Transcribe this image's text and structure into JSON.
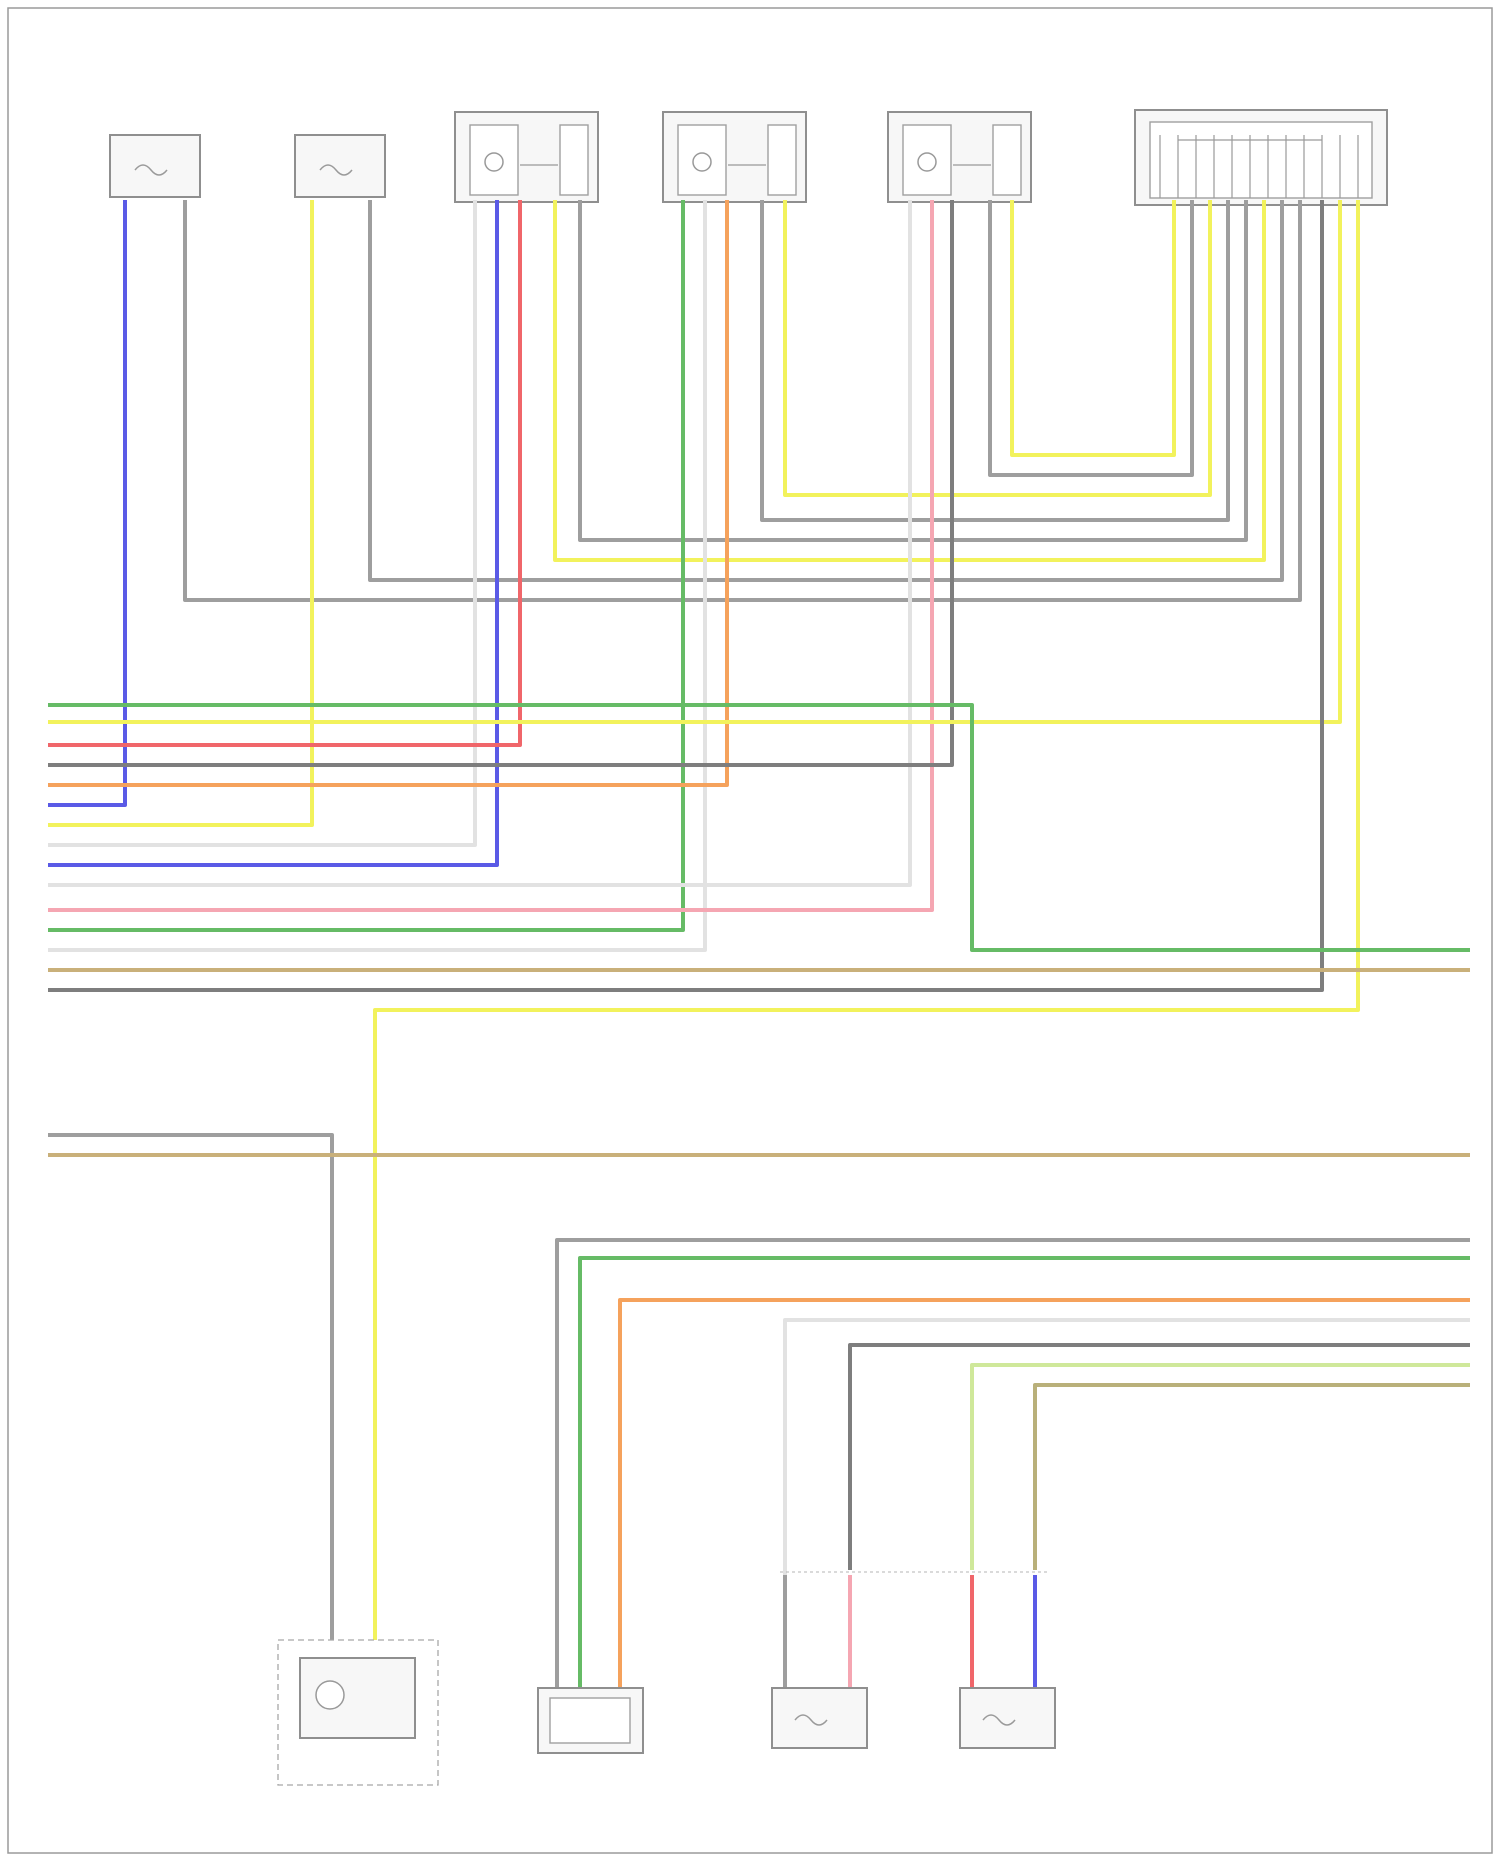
{
  "colors": {
    "blue": "#5a5ae6",
    "yellow": "#f2f25c",
    "red": "#f0666a",
    "pink": "#f5a6b2",
    "grey": "#9e9e9e",
    "dark_grey": "#7e7e7e",
    "green": "#66bb66",
    "light_green": "#cfe89a",
    "orange": "#f5a25c",
    "white": "#e2e2e2",
    "tan": "#c9b07a",
    "olive": "#b9b07a"
  },
  "components": {
    "top": [
      {
        "id": "sensor-1",
        "label": ""
      },
      {
        "id": "sensor-2",
        "label": ""
      },
      {
        "id": "actuator-1",
        "label": ""
      },
      {
        "id": "actuator-2",
        "label": ""
      },
      {
        "id": "actuator-3",
        "label": ""
      },
      {
        "id": "connector-block",
        "label": ""
      }
    ],
    "bottom": [
      {
        "id": "photo-sensor",
        "label": ""
      },
      {
        "id": "temp-sensor",
        "label": ""
      },
      {
        "id": "evap-sensor-2",
        "label": ""
      },
      {
        "id": "evap-sensor-1",
        "label": ""
      }
    ]
  },
  "footer": {
    "text": ""
  }
}
